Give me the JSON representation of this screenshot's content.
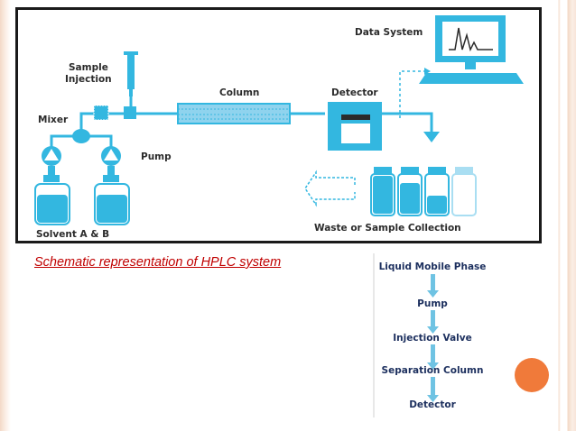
{
  "diagram": {
    "labels": {
      "data_system": "Data System",
      "sample_injection_1": "Sample",
      "sample_injection_2": "Injection",
      "column": "Column",
      "detector": "Detector",
      "mixer": "Mixer",
      "pump": "Pump",
      "solvent": "Solvent A & B",
      "waste": "Waste or Sample Collection"
    }
  },
  "caption": "Schematic representation of HPLC system",
  "flow_chart": {
    "items": [
      "Liquid Mobile Phase",
      "Pump",
      "Injection Valve",
      "Separation Column",
      "Detector"
    ]
  },
  "colors": {
    "equipment": "#33b7e0",
    "caption": "#c00000",
    "accent_dot": "#f07a3a",
    "flow_arrow": "#6fc3e3"
  }
}
